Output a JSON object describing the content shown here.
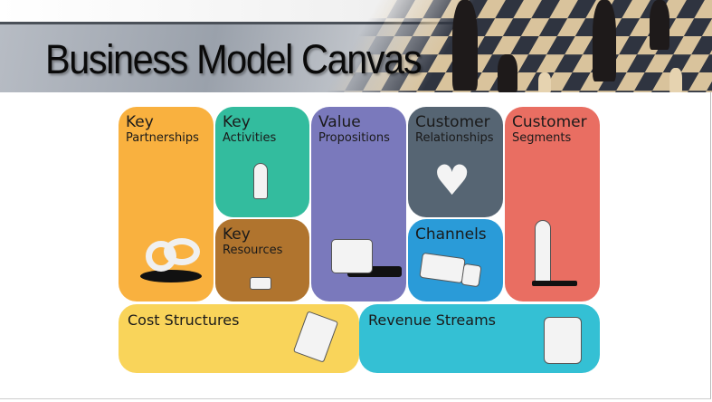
{
  "header": {
    "title": "Business Model Canvas"
  },
  "blocks": {
    "key_partnerships": {
      "line1": "Key",
      "line2": "Partnerships",
      "color": "#F9B13F"
    },
    "key_activities": {
      "line1": "Key",
      "line2": "Activities",
      "color": "#33BC9E"
    },
    "key_resources": {
      "line1": "Key",
      "line2": "Resources",
      "color": "#B0742E"
    },
    "value_propositions": {
      "line1": "Value",
      "line2": "Propositions",
      "color": "#7A79BC"
    },
    "customer_relationships": {
      "line1": "Customer",
      "line2": "Relationships",
      "color": "#566573"
    },
    "channels": {
      "label": "Channels",
      "color": "#2A9BD8"
    },
    "customer_segments": {
      "line1": "Customer",
      "line2": "Segments",
      "color": "#E96E62"
    },
    "cost_structures": {
      "label": "Cost Structures",
      "color": "#F9D45A"
    },
    "revenue_streams": {
      "label": "Revenue Streams",
      "color": "#34C0D4"
    }
  }
}
